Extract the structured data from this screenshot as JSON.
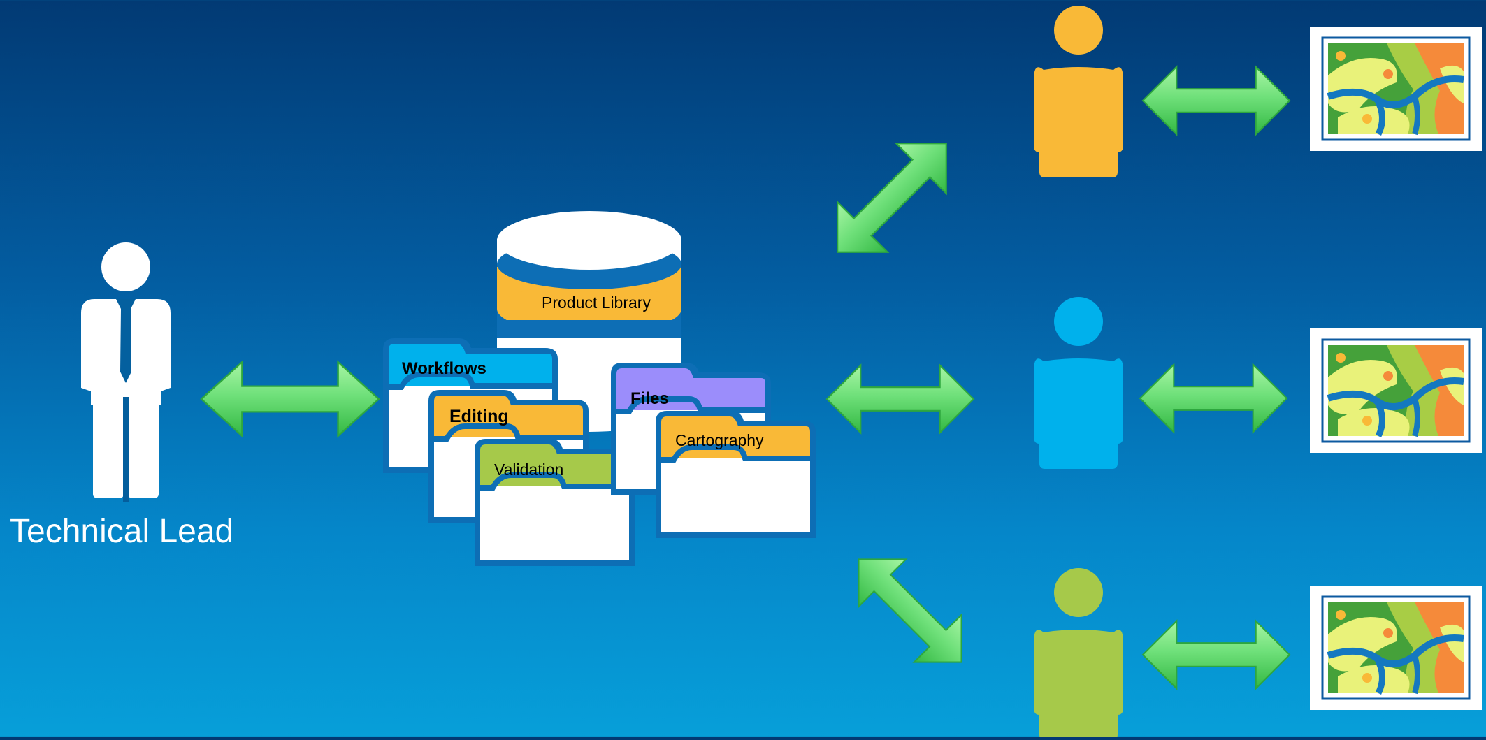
{
  "colors": {
    "yellow": "#f9b937",
    "blue": "#00b1ec",
    "green": "#a6c94a",
    "purple": "#9b8dfb",
    "white": "#ffffff",
    "arrow": "#6fe07a"
  },
  "technical_lead": {
    "label": "Technical Lead",
    "icon": "businessman-icon"
  },
  "library": {
    "label": "Product Library",
    "icon": "database-icon",
    "folders": [
      {
        "label": "Workflows",
        "color": "blue"
      },
      {
        "label": "Editing",
        "color": "yellow"
      },
      {
        "label": "Validation",
        "color": "green"
      },
      {
        "label": "Files",
        "color": "purple"
      },
      {
        "label": "Cartography",
        "color": "yellow"
      }
    ]
  },
  "users": [
    {
      "color": "yellow",
      "icon": "person-icon"
    },
    {
      "color": "blue",
      "icon": "person-icon"
    },
    {
      "color": "green",
      "icon": "person-icon"
    }
  ],
  "maps": [
    {
      "icon": "map-icon"
    },
    {
      "icon": "map-icon"
    },
    {
      "icon": "map-icon"
    }
  ]
}
